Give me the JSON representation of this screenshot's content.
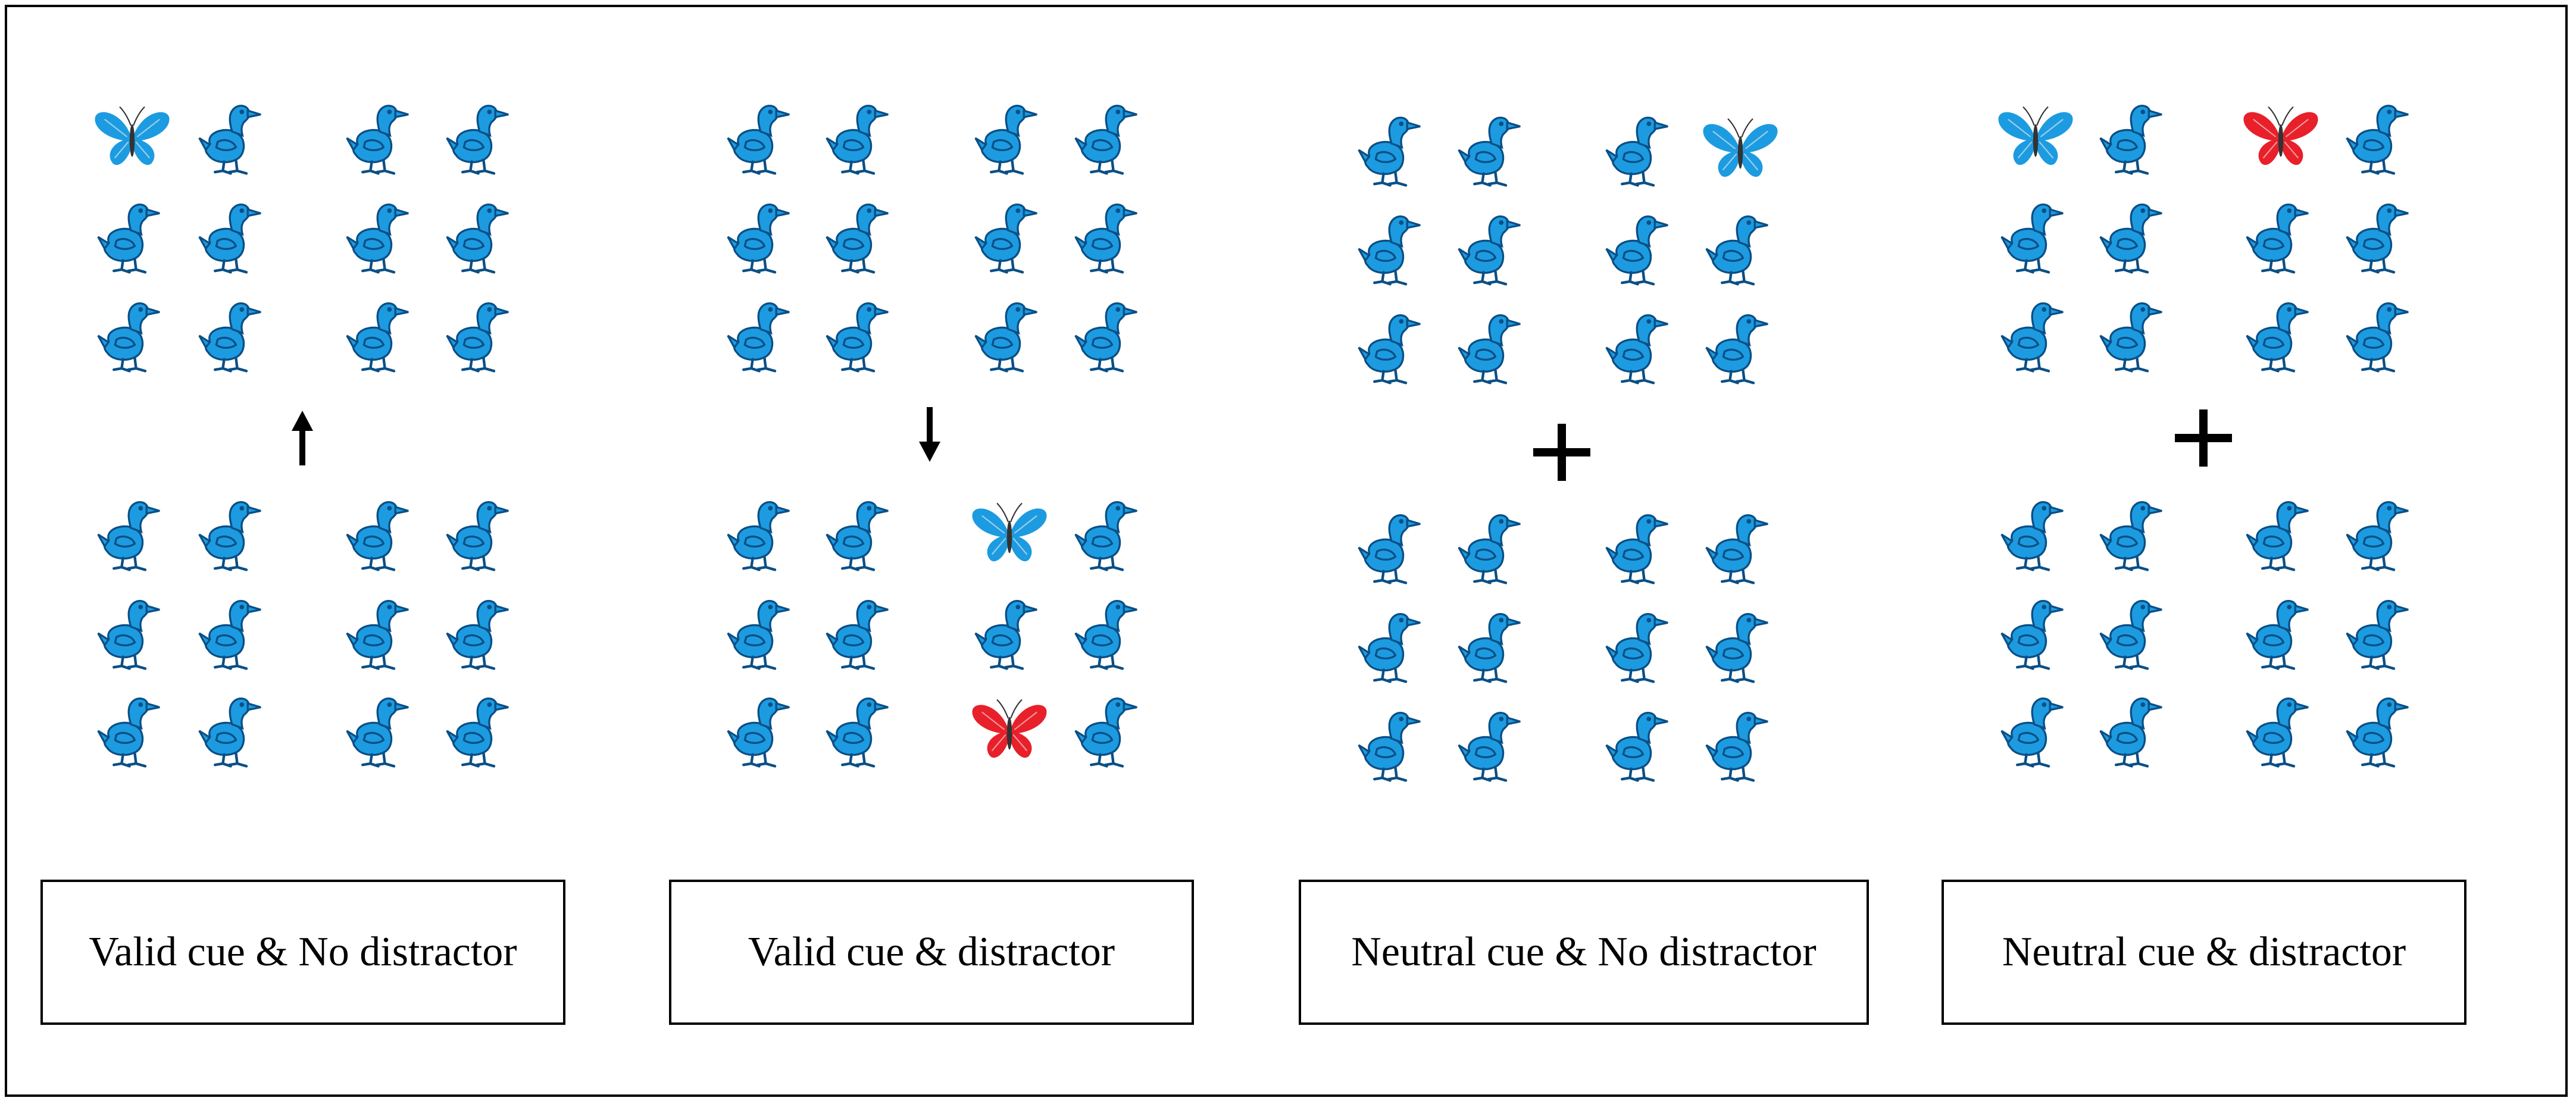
{
  "colors": {
    "stimulus_blue": "#1d9be0",
    "stimulus_dark": "#0a4f86",
    "distractor_red": "#e8202a",
    "cue": "#000000",
    "frame": "#000000"
  },
  "icons": {
    "duck": "duck-icon",
    "butterfly": "butterfly-icon",
    "up_arrow": "up-arrow-icon",
    "down_arrow": "down-arrow-icon",
    "fixation": "fixation-cross-icon"
  },
  "conditions": [
    {
      "id": "valid-no-distractor",
      "label": "Valid cue & No distractor",
      "cue": "up",
      "grid": [
        [
          "butterfly-blue",
          "duck",
          "duck",
          "duck"
        ],
        [
          "duck",
          "duck",
          "duck",
          "duck"
        ],
        [
          "duck",
          "duck",
          "duck",
          "duck"
        ],
        [
          "duck",
          "duck",
          "duck",
          "duck"
        ],
        [
          "duck",
          "duck",
          "duck",
          "duck"
        ],
        [
          "duck",
          "duck",
          "duck",
          "duck"
        ]
      ]
    },
    {
      "id": "valid-distractor",
      "label": "Valid cue & distractor",
      "cue": "down",
      "grid": [
        [
          "duck",
          "duck",
          "duck",
          "duck"
        ],
        [
          "duck",
          "duck",
          "duck",
          "duck"
        ],
        [
          "duck",
          "duck",
          "duck",
          "duck"
        ],
        [
          "duck",
          "duck",
          "butterfly-blue",
          "duck"
        ],
        [
          "duck",
          "duck",
          "duck",
          "duck"
        ],
        [
          "duck",
          "duck",
          "butterfly-red",
          "duck"
        ]
      ]
    },
    {
      "id": "neutral-no-distractor",
      "label": "Neutral cue & No distractor",
      "cue": "fixation",
      "grid": [
        [
          "duck",
          "duck",
          "duck",
          "butterfly-blue"
        ],
        [
          "duck",
          "duck",
          "duck",
          "duck"
        ],
        [
          "duck",
          "duck",
          "duck",
          "duck"
        ],
        [
          "duck",
          "duck",
          "duck",
          "duck"
        ],
        [
          "duck",
          "duck",
          "duck",
          "duck"
        ],
        [
          "duck",
          "duck",
          "duck",
          "duck"
        ]
      ]
    },
    {
      "id": "neutral-distractor",
      "label": "Neutral cue & distractor",
      "cue": "fixation",
      "grid": [
        [
          "butterfly-blue",
          "duck",
          "butterfly-red",
          "duck"
        ],
        [
          "duck",
          "duck",
          "duck",
          "duck"
        ],
        [
          "duck",
          "duck",
          "duck",
          "duck"
        ],
        [
          "duck",
          "duck",
          "duck",
          "duck"
        ],
        [
          "duck",
          "duck",
          "duck",
          "duck"
        ],
        [
          "duck",
          "duck",
          "duck",
          "duck"
        ]
      ]
    }
  ]
}
